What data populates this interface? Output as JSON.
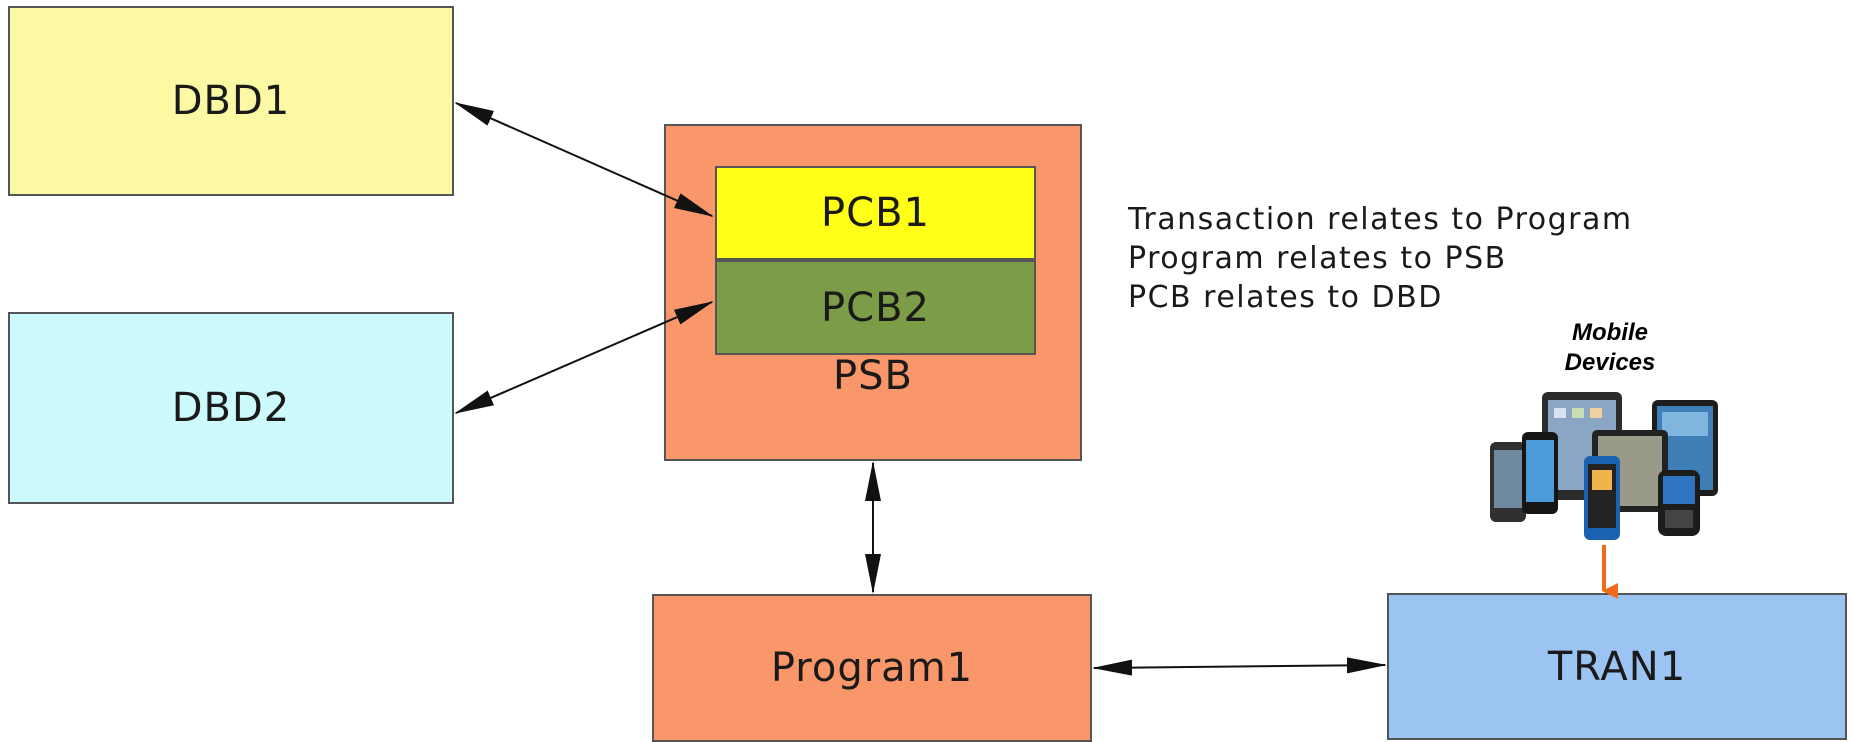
{
  "boxes": {
    "dbd1": "DBD1",
    "dbd2": "DBD2",
    "pcb1": "PCB1",
    "pcb2": "PCB2",
    "psb": "PSB",
    "program1": "Program1",
    "tran1": "TRAN1"
  },
  "notes": [
    "Transaction relates to Program",
    "Program relates to PSB",
    "PCB relates to DBD"
  ],
  "mobile": {
    "label_line1": "Mobile",
    "label_line2": "Devices",
    "icon": "mobile-devices-icon"
  },
  "colors": {
    "dbd1": "#fbf9a4",
    "dbd2": "#cdfbfd",
    "psb": "#f9976a",
    "pcb1": "#ffff17",
    "pcb2": "#7c9c47",
    "program1": "#f9976a",
    "tran1": "#9cc4f2",
    "mobile_arrow": "#f26b1d"
  }
}
